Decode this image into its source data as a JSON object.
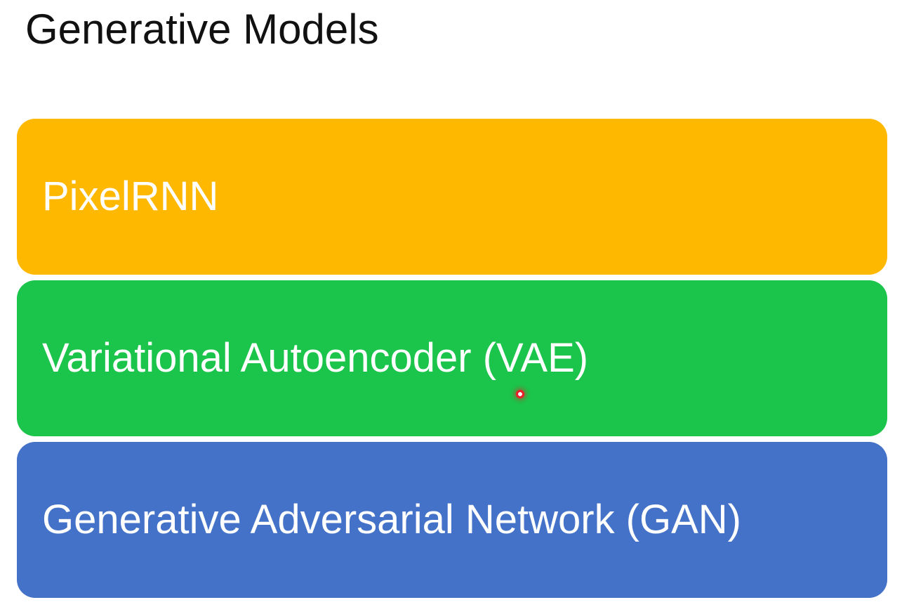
{
  "slide": {
    "title": "Generative Models",
    "items": [
      {
        "label": "PixelRNN",
        "color": "#FFB800"
      },
      {
        "label": "Variational Autoencoder (VAE)",
        "color": "#1BC44A"
      },
      {
        "label": "Generative Adversarial Network (GAN)",
        "color": "#4472C8"
      }
    ]
  },
  "colors": {
    "background": "#FFFFFF",
    "title_text": "#111111",
    "item_text": "#FFFFFF",
    "pointer": "#E8202A"
  }
}
